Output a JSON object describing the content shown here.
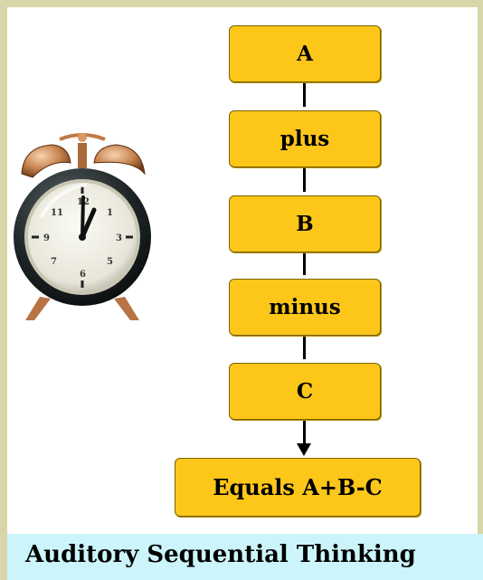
{
  "diagram": {
    "steps": [
      {
        "label": "A"
      },
      {
        "label": "plus"
      },
      {
        "label": "B"
      },
      {
        "label": "minus"
      },
      {
        "label": "C"
      }
    ],
    "result": {
      "label": "Equals A+B-C"
    },
    "caption": "Auditory Sequential Thinking",
    "illustration": "alarm-clock-icon",
    "colors": {
      "node_fill": "#fdc71a",
      "node_border": "#7a6200",
      "caption_background": "#ccf5fb",
      "page_background": "#d8d6a8"
    }
  }
}
